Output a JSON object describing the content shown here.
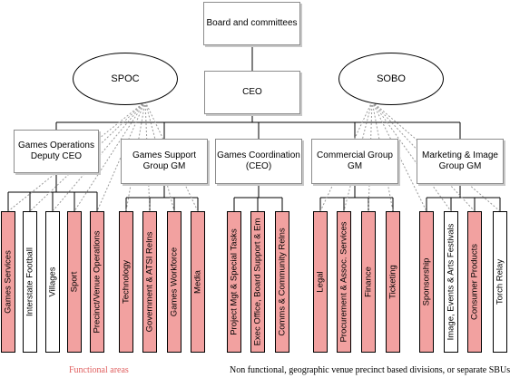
{
  "colors": {
    "functional": "#f2a1a0",
    "non_functional": "#ffffff",
    "legend_functional": "#e06060"
  },
  "board": "Board and committees",
  "ceo": "CEO",
  "spoc": "SPOC",
  "sobo": "SOBO",
  "groups": [
    {
      "label": "Games Operations Deputy CEO",
      "units": [
        {
          "label": "Games Services",
          "functional": true
        },
        {
          "label": "Interstate Football",
          "functional": false
        },
        {
          "label": "Villages",
          "functional": false
        },
        {
          "label": "Sport",
          "functional": true
        },
        {
          "label": "Precinct/Venue Operations",
          "functional": true
        }
      ]
    },
    {
      "label": "Games Support Group GM",
      "units": [
        {
          "label": "Technology",
          "functional": true
        },
        {
          "label": "Government & ATSI Relns",
          "functional": true
        },
        {
          "label": "Games Workforce",
          "functional": true
        },
        {
          "label": "Media",
          "functional": true
        }
      ]
    },
    {
      "label": "Games Coordination (CEO)",
      "units": [
        {
          "label": "Project Mgt & Special Tasks",
          "functional": true
        },
        {
          "label": "Exec Office, Board Support & Em",
          "functional": true
        },
        {
          "label": "Comms & Community Relns",
          "functional": true
        }
      ]
    },
    {
      "label": "Commercial Group GM",
      "units": [
        {
          "label": "Legal",
          "functional": true
        },
        {
          "label": "Procurement & Assoc. Services",
          "functional": true
        },
        {
          "label": "Finance",
          "functional": true
        },
        {
          "label": "Ticketing",
          "functional": true
        }
      ]
    },
    {
      "label": "Marketing & Image Group GM",
      "units": [
        {
          "label": "Sponsorship",
          "functional": true
        },
        {
          "label": "Image, Events & Arts Festivals",
          "functional": false
        },
        {
          "label": "Consumer Products",
          "functional": true
        },
        {
          "label": "Torch Relay",
          "functional": false
        }
      ]
    }
  ],
  "legend": {
    "functional": "Functional areas",
    "non_functional": "Non functional, geographic venue precinct based divisions, or separate SBUs"
  }
}
